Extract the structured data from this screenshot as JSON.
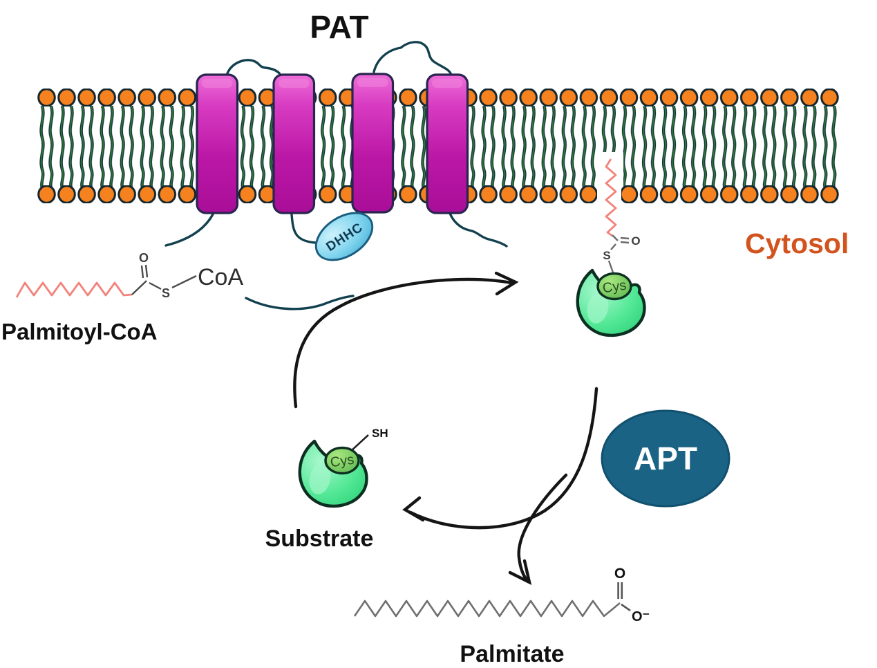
{
  "diagram": {
    "title": "PAT",
    "compartment": "Cytosol",
    "enzymes": {
      "pat_domain": "DHHC",
      "thioesterase": "APT"
    },
    "molecules": {
      "palmitoyl_coa": {
        "name": "Palmitoyl-CoA",
        "o": "O",
        "s": "S",
        "coa": "CoA"
      },
      "acylated_substrate": {
        "o": "O",
        "s": "S",
        "cys": "Cys"
      },
      "substrate": {
        "name": "Substrate",
        "cys": "Cys",
        "sh": "SH"
      },
      "palmitate": {
        "name": "Palmitate",
        "o": "O",
        "o_minus": "O⁻"
      }
    },
    "colors": {
      "lipid_head": "#f5821f",
      "lipid_tail": "#2f7a33",
      "helix": "#bf22ac",
      "dhhc_fill": "#7fd4ee",
      "apt_fill": "#1a6385",
      "cytosol_text": "#d2531d",
      "substrate_fill": "#3fe287",
      "acyl_chain": "#f2837b",
      "arrow": "#151515"
    }
  }
}
